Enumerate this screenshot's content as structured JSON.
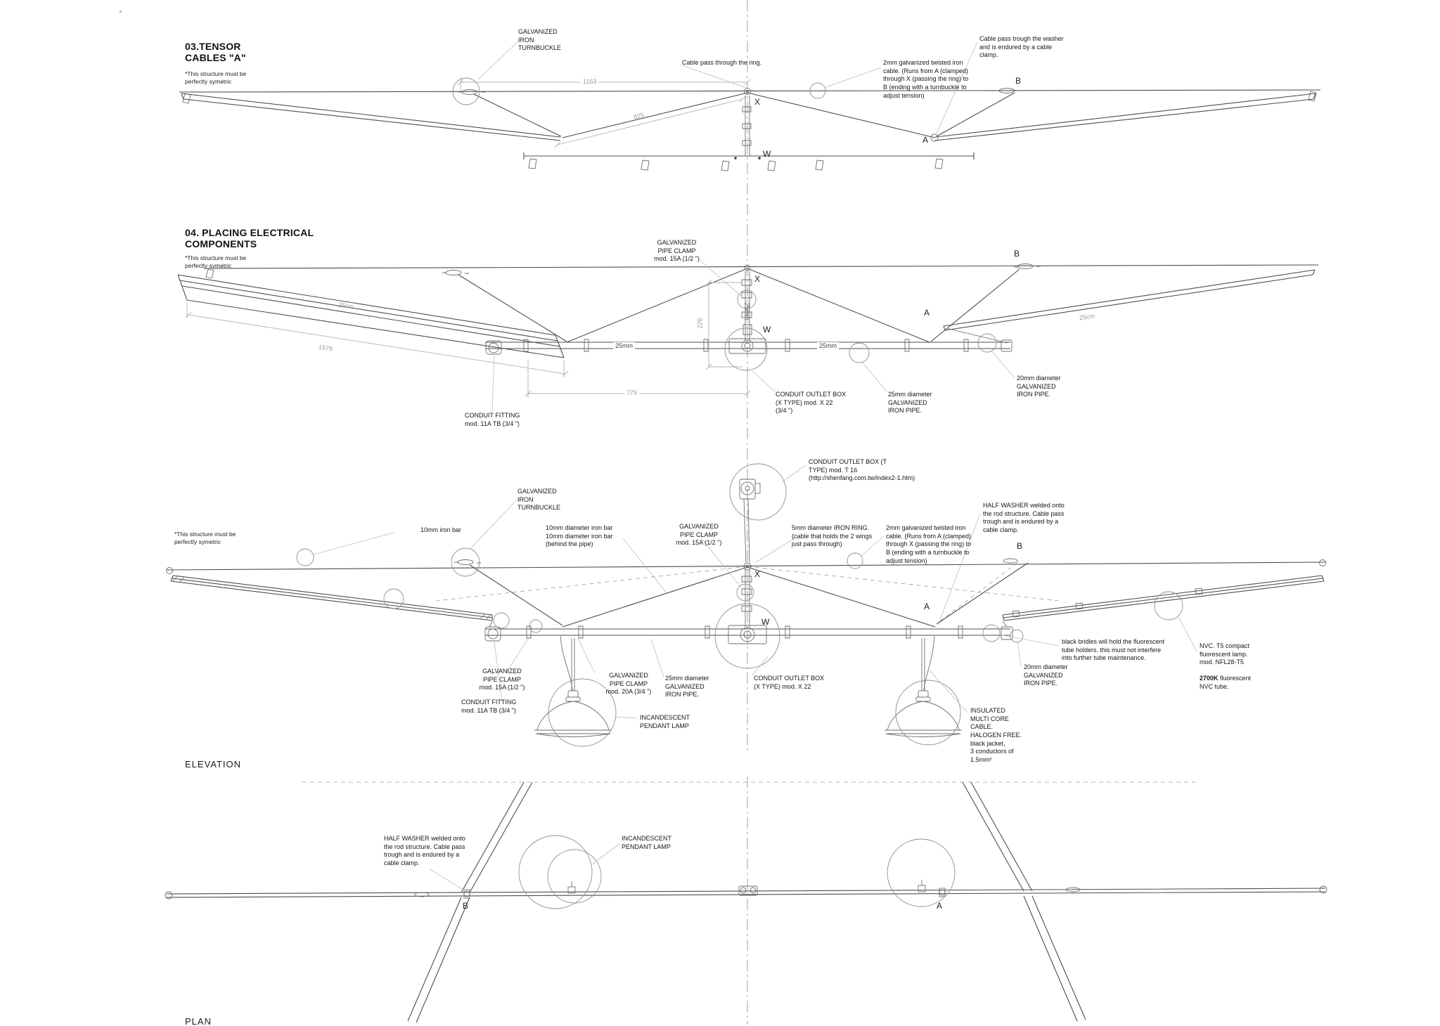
{
  "s03": {
    "prefix": "03.",
    "title": "TENSOR\nCABLES \"A\"",
    "note": "*This structure must be\nperfectly symetric",
    "labels": {
      "turnbuckle": "GALVANIZED\nIRON\nTURNBUCKLE",
      "ring": "Cable pass through the ring.",
      "cable2mm": "2mm galvanized twisted iron\ncable. (Runs from A (clamped)\nthrough X (passing the ring) to\nB (ending with a turnbuckle to\nadjust tension)",
      "washer": "Cable pass trough the washer\nand is endured by a cable\nclamp."
    },
    "dims": {
      "d1163": "1163",
      "d825": "825"
    },
    "points": {
      "x": "X",
      "w": "W",
      "a": "A",
      "b": "B"
    }
  },
  "s04": {
    "prefix": "04.",
    "title": " PLACING ELECTRICAL\nCOMPONENTS",
    "note": "*This structure must be\nperfectly symetric",
    "labels": {
      "clamp15": "GALVANIZED\nPIPE CLAMP\nmod. 15A (1/2 \")",
      "outlet_x": "CONDUIT OUTLET BOX\n(X TYPE) mod. X 22\n(3/4 \")",
      "pipe25": "25mm diameter\nGALVANIZED\nIRON PIPE.",
      "pipe20": "20mm diameter\nGALVANIZED\nIRON PIPE.",
      "fitting": "CONDUIT FITTING\nmod. 11A TB (3/4 \")"
    },
    "dims": {
      "d226": "226",
      "d25mm": "25mm",
      "d779": "779",
      "d1579": "1579",
      "d25cm": "25cm"
    },
    "points": {
      "x": "X",
      "w": "W",
      "a": "A",
      "b": "B"
    }
  },
  "det": {
    "note": "*This structure must be\nperfectly symetric",
    "labels": {
      "outlet_t": "CONDUIT OUTLET BOX (T\nTYPE) mod. T 16\n(http://shenfang.com.tw/index2-1.htm)",
      "iron_bar": "10mm iron bar",
      "turnbuckle": "GALVANIZED\nIRON\nTURNBUCKLE",
      "iron_bar2": "10mm diameter iron bar\n10mm diameter iron bar\n(behind the pipe)",
      "clamp15": "GALVANIZED\nPIPE CLAMP\nmod. 15A (1/2 \")",
      "ring5": "5mm diameter IRON RING.\n(cable that holds the 2 wings\njust pass through)",
      "cable2mm": "2mm galvanized twisted iron\ncable. (Runs from A (clamped)\nthrough X (passing the ring) to\nB (ending with a turnbuckle to\nadjust tension)",
      "half_washer": "HALF WASHER welded onto\nthe rod structure. Cable pass\ntrough and is endured by a\ncable clamp.",
      "bridles": "black bridles will hold the fluorescent\ntube holders. this must not interfere\ninto further tube maintenance.",
      "nvc": "NVC. T5 compact\nfluorescent lamp.\nmod. NFL28-T5",
      "k2700_prefix": "2700K",
      "k2700_rest": " fluorescent\nNVC tube.",
      "pipe20": "20mm diameter\nGALVANIZED\nIRON PIPE.",
      "insulated": "INSULATED\nMULTI CORE\nCABLE.\nHALOGEN FREE.\nblack jacket,\n3 conductors of\n1.5mm²",
      "outlet_x": "CONDUIT OUTLET BOX\n(X TYPE) mod. X 22",
      "pipe25": "25mm diameter\nGALVANIZED\nIRON PIPE.",
      "clamp20": "GALVANIZED\nPIPE CLAMP\nmod. 20A (3/4 \")",
      "fitting": "CONDUIT FITTING\nmod. 11A TB (3/4 \")",
      "lamp": "INCANDESCENT\nPENDANT LAMP"
    },
    "points": {
      "x": "X",
      "w": "W",
      "a": "A",
      "b": "B"
    }
  },
  "elev": {
    "title": "ELEVATION",
    "labels": {
      "half_washer": "HALF WASHER welded onto\nthe rod structure. Cable pass\ntrough and is endured by a\ncable clamp.",
      "lamp": "INCANDESCENT\nPENDANT LAMP"
    },
    "points": {
      "a": "A",
      "b": "B"
    }
  },
  "plan": {
    "title": "PLAN"
  }
}
